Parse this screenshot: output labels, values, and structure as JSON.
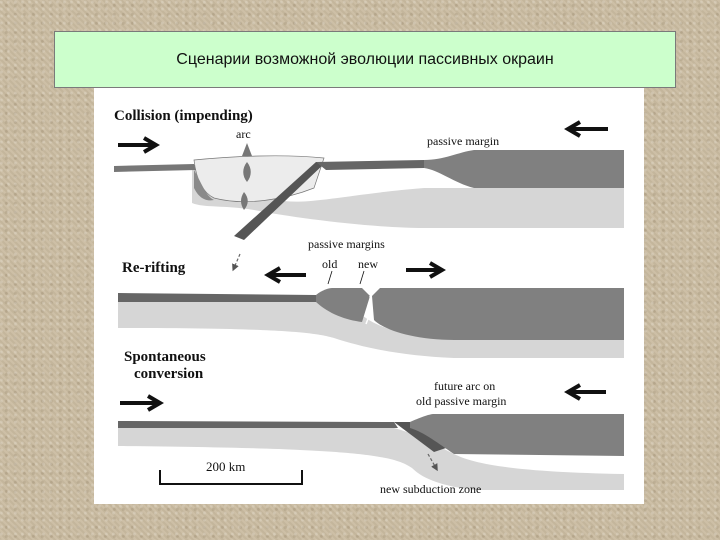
{
  "slide": {
    "title": "Сценарии возможной эволюции пассивных окраин"
  },
  "figure": {
    "panels": {
      "collision": {
        "heading": "Collision (impending)",
        "labels": {
          "arc": "arc",
          "passive_margin": "passive margin"
        }
      },
      "rerifting": {
        "heading": "Re-rifting",
        "labels": {
          "passive_margins": "passive margins",
          "old": "old",
          "new": "new"
        }
      },
      "spontaneous": {
        "heading_line1": "Spontaneous",
        "heading_line2": "conversion",
        "labels": {
          "future_arc_line1": "future arc on",
          "future_arc_line2": "old passive margin",
          "new_subduction_zone": "new subduction zone"
        }
      }
    },
    "scale_bar": {
      "label": "200 km"
    }
  },
  "colors": {
    "background": "#cdbfa6",
    "title_box": "#ccffcc",
    "lithosphere_dark": "#808080",
    "lithosphere_light": "#d6d6d6",
    "slab_black": "#555555",
    "arc_fill": "#ececec"
  }
}
